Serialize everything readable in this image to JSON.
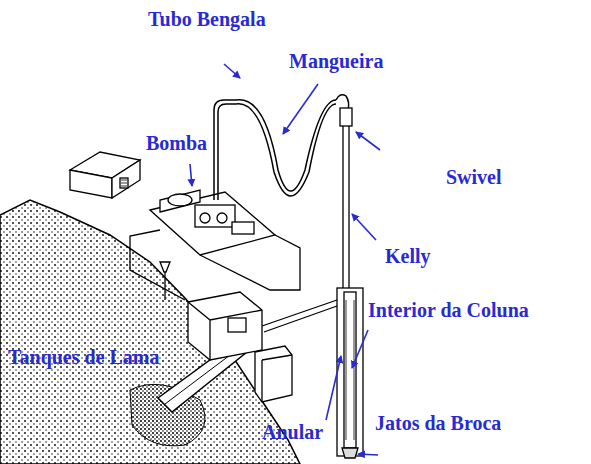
{
  "diagram": {
    "labels": [
      "Tubo Bengala",
      "Mangueira",
      "Bomba",
      "Swivel",
      "Kelly",
      "Interior da Coluna",
      "Tanques de Lama",
      "Anular",
      "Jatos da Broca"
    ]
  }
}
